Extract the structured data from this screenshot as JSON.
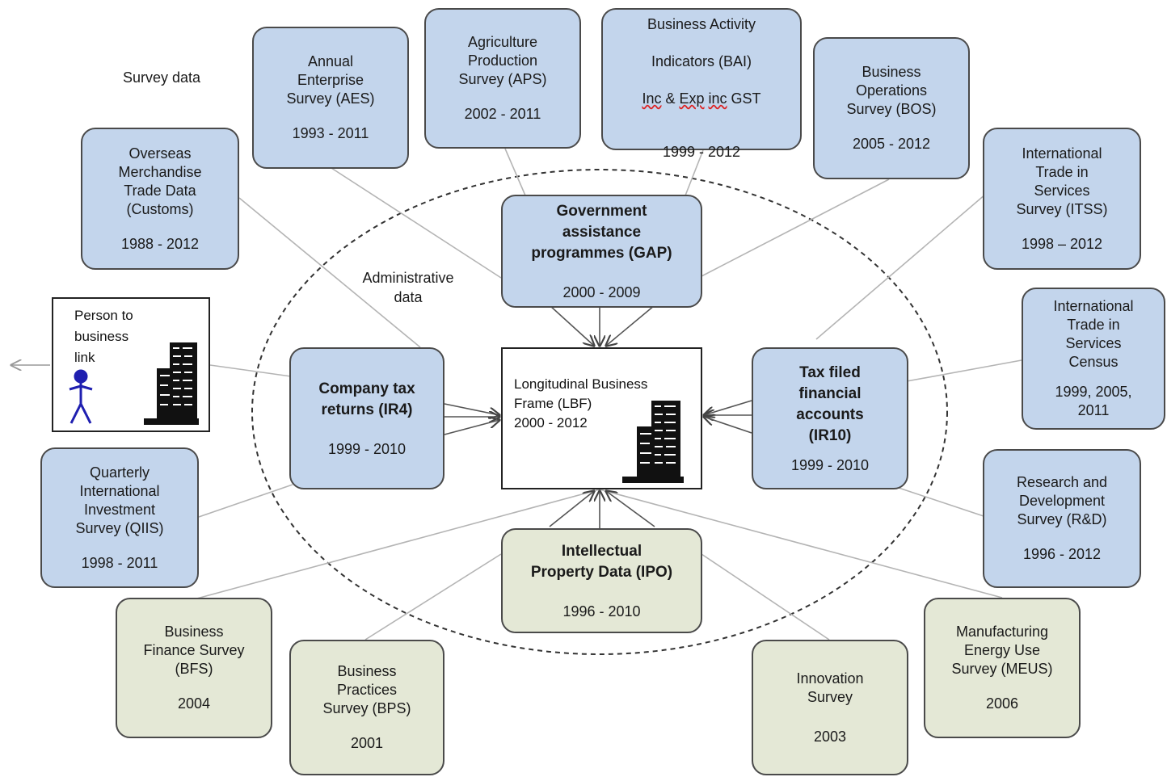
{
  "labels": {
    "survey_data": "Survey data",
    "administrative_data": "Administrative\ndata"
  },
  "center": {
    "title": "Longitudinal Business\nFrame (LBF)\n2000 - 2012"
  },
  "person_link": {
    "text": "Person to\nbusiness\n      link"
  },
  "admin_sources": {
    "gap": {
      "name": "Government\nassistance\nprogrammes (GAP)",
      "years": "2000 - 2009"
    },
    "ir4": {
      "name": "Company tax\nreturns (IR4)",
      "years": "1999 - 2010"
    },
    "ir10": {
      "name": "Tax filed\nfinancial\naccounts\n(IR10)",
      "years": "1999 - 2010"
    },
    "ipo": {
      "name": "Intellectual\nProperty Data (IPO)",
      "years": "1996 - 2010"
    }
  },
  "surveys": {
    "customs": {
      "name": "Overseas\nMerchandise\nTrade Data\n(Customs)",
      "years": "1988 - 2012"
    },
    "aes": {
      "name": "Annual\nEnterprise\nSurvey (AES)",
      "years": "1993 - 2011"
    },
    "aps": {
      "name": "Agriculture\nProduction\nSurvey (APS)",
      "years": "2002 - 2011"
    },
    "bai": {
      "name_line1": "Business Activity",
      "name_line2": "Indicators (BAI)",
      "name_w1": "Inc",
      "name_mid": " & ",
      "name_w2": "Exp",
      "name_sp": " ",
      "name_w3": "inc",
      "name_end": " GST",
      "years": "1999 - 2012"
    },
    "bos": {
      "name": "Business\nOperations\nSurvey (BOS)",
      "years": "2005 - 2012"
    },
    "itss": {
      "name": "International\nTrade in\nServices\nSurvey (ITSS)",
      "years": "1998 – 2012"
    },
    "itsc": {
      "name": "International\nTrade in\nServices\nCensus",
      "years": "1999, 2005,\n2011"
    },
    "rd": {
      "name": "Research and\nDevelopment\nSurvey (R&D)",
      "years": "1996 - 2012"
    },
    "qiis": {
      "name": "Quarterly\nInternational\nInvestment\nSurvey (QIIS)",
      "years": "1998 - 2011"
    },
    "bfs": {
      "name": "Business\nFinance Survey\n(BFS)",
      "years": "2004"
    },
    "bps": {
      "name": "Business\nPractices\nSurvey (BPS)",
      "years": "2001"
    },
    "innovation": {
      "name": "Innovation\nSurvey",
      "years": "2003"
    },
    "meus": {
      "name": "Manufacturing\nEnergy Use\nSurvey (MEUS)",
      "years": "2006"
    }
  },
  "colors": {
    "blue_fill": "#c3d5ec",
    "green_fill": "#e4e8d6",
    "border": "#4a4a4a",
    "line": "#b4b4b4",
    "arrow": "#555555",
    "person": "#1f1fb0"
  }
}
